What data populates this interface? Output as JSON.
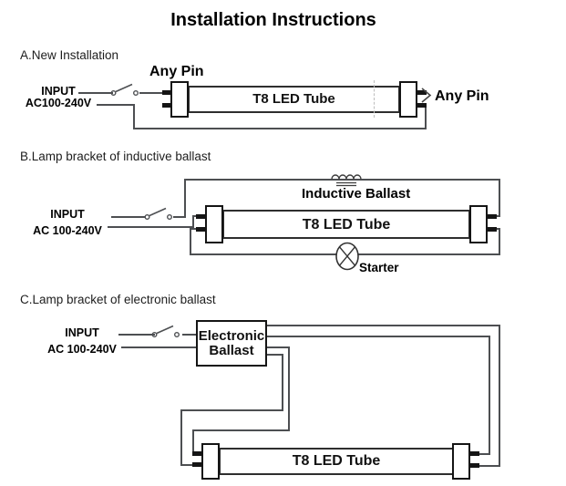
{
  "title": "Installation Instructions",
  "colors": {
    "background": "#ffffff",
    "wire": "#4d4f52",
    "component_outline": "#151515",
    "text": "#111111",
    "dashed_guide": "#bdbdbd"
  },
  "sections": {
    "a": {
      "heading": "A.New Installation",
      "input1": "INPUT",
      "input2": "AC100-240V",
      "pin_left": "Any Pin",
      "pin_right": "Any Pin",
      "tube": "T8 LED Tube"
    },
    "b": {
      "heading": "B.Lamp bracket of inductive ballast",
      "input1": "INPUT",
      "input2": "AC 100-240V",
      "ballast": "Inductive Ballast",
      "tube": "T8 LED Tube",
      "starter": "Starter"
    },
    "c": {
      "heading": "C.Lamp bracket of electronic ballast",
      "input1": "INPUT",
      "input2": "AC 100-240V",
      "ballast_line1": "Electronic",
      "ballast_line2": "Ballast",
      "tube": "T8 LED Tube"
    }
  }
}
